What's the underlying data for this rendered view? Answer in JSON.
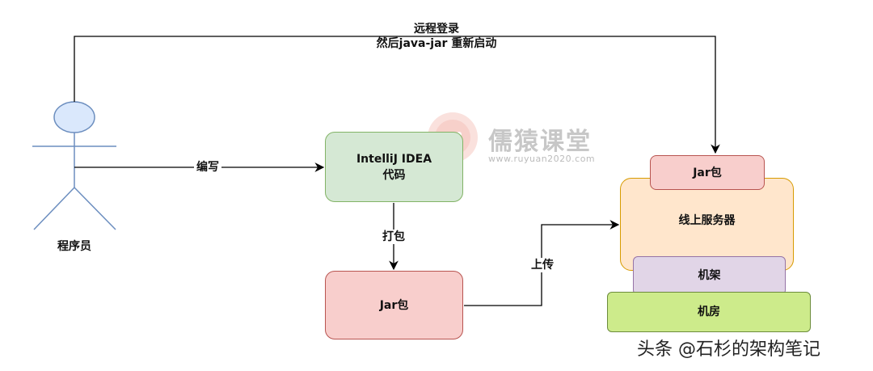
{
  "person_label": "程序员",
  "top_edge_label": {
    "line1": "远程登录",
    "line2": "然后java-jar 重新启动"
  },
  "write_label": "编写",
  "ide_box": {
    "line1": "IntelliJ IDEA",
    "line2": "代码"
  },
  "package_label": "打包",
  "jar_local": "Jar包",
  "upload_label": "上传",
  "jar_server": "Jar包",
  "server": "线上服务器",
  "rack": "机架",
  "room": "机房",
  "watermark": {
    "title": "儒猿课堂",
    "url": "www.ruyuan2020.com"
  },
  "footer": "头条 @石杉的架构笔记",
  "colors": {
    "green_fill": "#d5e8d4",
    "green_stroke": "#82b366",
    "red_fill": "#f8cecc",
    "red_stroke": "#b85450",
    "orange_fill": "#ffe6cc",
    "orange_stroke": "#d79b00",
    "purple_fill": "#e1d5e7",
    "purple_stroke": "#9673a6",
    "lime_fill": "#cdeb8b",
    "lime_stroke": "#6c8c3c",
    "person_fill": "#dae8fc",
    "person_stroke": "#6c8ebf"
  }
}
